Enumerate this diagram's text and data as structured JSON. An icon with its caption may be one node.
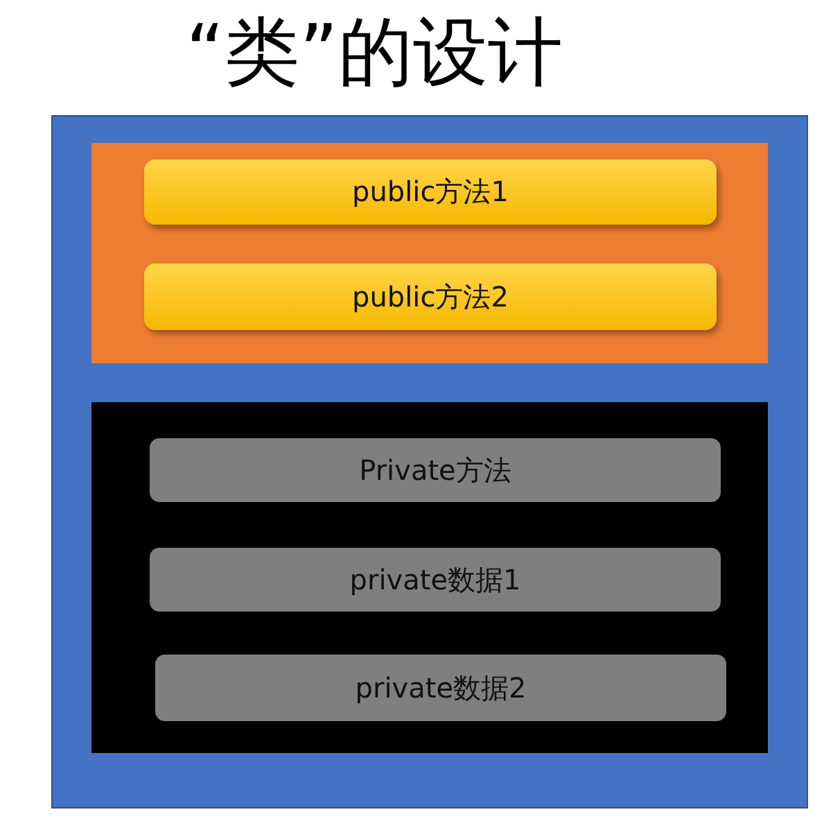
{
  "diagram": {
    "title": "“类”的设计",
    "nodes": [
      {
        "text": [],
        "shape": "box"
      },
      {
        "text": [],
        "shape": "box",
        "in": 0
      },
      {
        "text": [
          "public方法1"
        ],
        "in": 1
      },
      {
        "text": [
          "public方法2"
        ],
        "in": 1
      },
      {
        "text": [],
        "shape": "box",
        "in": 0
      },
      {
        "text": [
          "Private方法"
        ],
        "in": 4
      },
      {
        "text": [
          "private数据1"
        ],
        "in": 4
      },
      {
        "text": [
          "private数据2"
        ],
        "in": 4
      }
    ]
  }
}
